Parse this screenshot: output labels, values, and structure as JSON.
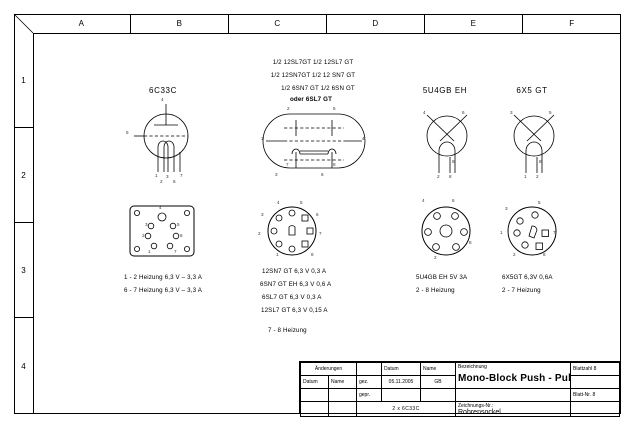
{
  "sheet": {
    "zone_columns": [
      "A",
      "B",
      "C",
      "D",
      "E",
      "F"
    ],
    "zone_rows": [
      "1",
      "2",
      "3",
      "4"
    ]
  },
  "tubes": [
    {
      "id": "6c33c",
      "name": "6C33C",
      "pins": [
        "4",
        "5",
        "1",
        "2",
        "3",
        "6",
        "7"
      ]
    },
    {
      "id": "dual-triode",
      "header_lines": [
        "1/2 12SL7GT          1/2 12SL7 GT",
        "1/2 12SN7GT          1/2 12 SN7 GT",
        "1/2  6SN7 GT   1/2  6SN GT",
        "oder 6SL7 GT"
      ],
      "pins": [
        "2",
        "5",
        "1",
        "4",
        "7",
        "8",
        "3",
        "6"
      ]
    },
    {
      "id": "5u4gb",
      "name": "5U4GB EH",
      "pins": [
        "4",
        "6",
        "8",
        "2",
        "8"
      ]
    },
    {
      "id": "6x5gt",
      "name": "6X5 GT",
      "pins": [
        "3",
        "5",
        "8",
        "1",
        "2"
      ]
    }
  ],
  "sockets": [
    {
      "id": "socket-6c33c",
      "type": "square-7pin",
      "pin_labels": [
        "1",
        "2",
        "3",
        "4",
        "5",
        "6",
        "7"
      ],
      "notes": [
        "1 - 2 Heizung 6,3 V –   3,3 A",
        "6 - 7 Heizung 6,3 V –   3,3 A"
      ]
    },
    {
      "id": "socket-octal",
      "type": "octal-8pin",
      "pin_labels": [
        "1",
        "2",
        "3",
        "4",
        "5",
        "6",
        "7",
        "8"
      ],
      "notes": [
        "12SN7 GT    6,3 V        0,3 A",
        "6SN7 GT EH   6,3 V        0,6 A",
        "6SL7 GT   6,3 V        0,3 A",
        "12SL7 GT    6,3 V        0,15 A"
      ],
      "heater_note": "7 - 8 Heizung"
    },
    {
      "id": "socket-5u4gb",
      "type": "octal-rect",
      "pin_labels": [
        "4",
        "6",
        "2",
        "8"
      ],
      "notes": [
        "5U4GB EH  5V   3A",
        "2 - 8 Heizung"
      ]
    },
    {
      "id": "socket-6x5gt",
      "type": "octal-key",
      "pin_labels": [
        "3",
        "5",
        "1",
        "7",
        "2",
        "8"
      ],
      "notes": [
        "6X5GT   6,3V   0,6A",
        "2 - 7 Heizung"
      ]
    }
  ],
  "title_block": {
    "changes_header": "Änderungen",
    "changes_date_label": "Datum",
    "changes_name_label": "Name",
    "date_header": "Datum",
    "name_header": "Name",
    "drawn_label": "gez.",
    "drawn_date": "05.11.2005",
    "drawn_by": "GB",
    "checked_label": "gepr.",
    "designation_label": "Bezeichnung",
    "designation": "Mono-Block Push - Pull",
    "subject": "2 x 6C33C",
    "drawing_no_label": "Zeichnungs-Nr.:",
    "drawing_no": "Rohrensockel",
    "sheet_count_label": "Blattzahl 8",
    "sheet_no_label": "Blatt-Nr.  8"
  }
}
